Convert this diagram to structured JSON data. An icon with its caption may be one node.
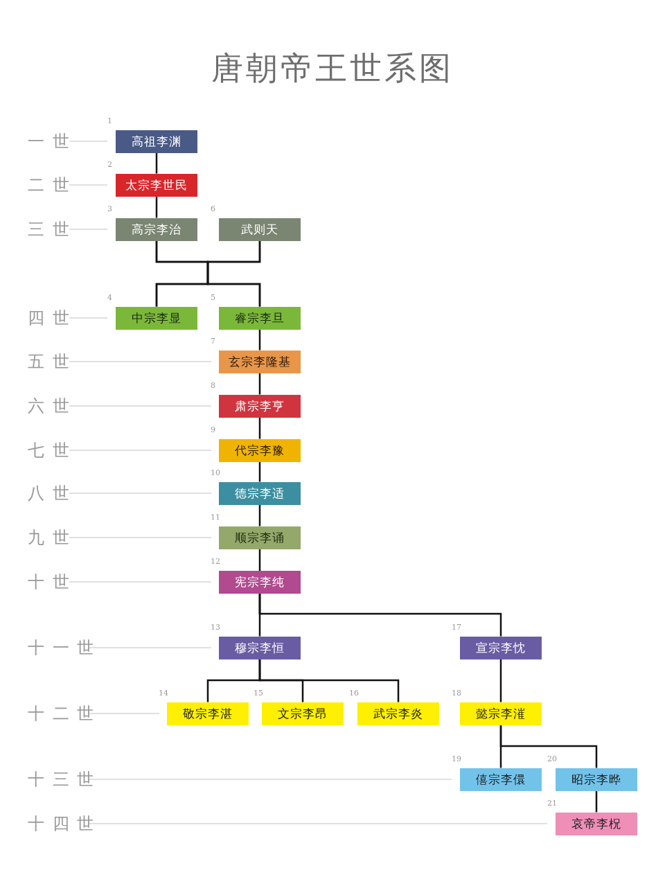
{
  "diagram": {
    "title": "唐朝帝王世系图",
    "nodes": [
      {
        "text": [
          "高祖李渊"
        ],
        "beside": [
          "1"
        ]
      },
      {
        "text": [
          "太宗李世民"
        ],
        "beside": [
          "2"
        ]
      },
      {
        "text": [
          "高宗李治"
        ],
        "beside": [
          "3"
        ]
      },
      {
        "text": [
          "中宗李显"
        ],
        "beside": [
          "4"
        ]
      },
      {
        "text": [
          "睿宗李旦"
        ],
        "beside": [
          "5"
        ]
      },
      {
        "text": [
          "武则天"
        ],
        "beside": [
          "6"
        ]
      },
      {
        "text": [
          "玄宗李隆基"
        ],
        "beside": [
          "7"
        ]
      },
      {
        "text": [
          "肃宗李亨"
        ],
        "beside": [
          "8"
        ]
      },
      {
        "text": [
          "代宗李豫"
        ],
        "beside": [
          "9"
        ]
      },
      {
        "text": [
          "德宗李适"
        ],
        "beside": [
          "10"
        ]
      },
      {
        "text": [
          "顺宗李诵"
        ],
        "beside": [
          "11"
        ]
      },
      {
        "text": [
          "宪宗李纯"
        ],
        "beside": [
          "12"
        ]
      },
      {
        "text": [
          "穆宗李恒"
        ],
        "beside": [
          "13"
        ]
      },
      {
        "text": [
          "敬宗李湛"
        ],
        "beside": [
          "14"
        ]
      },
      {
        "text": [
          "文宗李昂"
        ],
        "beside": [
          "15"
        ]
      },
      {
        "text": [
          "武宗李炎"
        ],
        "beside": [
          "16"
        ]
      },
      {
        "text": [
          "宣宗李忱"
        ],
        "beside": [
          "17"
        ]
      },
      {
        "text": [
          "懿宗李漼"
        ],
        "beside": [
          "18"
        ]
      },
      {
        "text": [
          "僖宗李儇"
        ],
        "beside": [
          "19"
        ]
      },
      {
        "text": [
          "昭宗李晔"
        ],
        "beside": [
          "20"
        ]
      },
      {
        "text": [
          "哀帝李柷"
        ],
        "beside": [
          "21"
        ]
      }
    ],
    "edges": [
      {
        "from": 0,
        "to": 1,
        "arrow": "none"
      },
      {
        "from": 1,
        "to": 2,
        "arrow": "none"
      },
      {
        "from": 2,
        "to": 3,
        "arrow": "none"
      },
      {
        "from": 2,
        "to": 4,
        "arrow": "none"
      },
      {
        "from": 5,
        "to": 3,
        "arrow": "none"
      },
      {
        "from": 5,
        "to": 4,
        "arrow": "none"
      },
      {
        "from": 4,
        "to": 6,
        "arrow": "none"
      },
      {
        "from": 6,
        "to": 7,
        "arrow": "none"
      },
      {
        "from": 7,
        "to": 8,
        "arrow": "none"
      },
      {
        "from": 8,
        "to": 9,
        "arrow": "none"
      },
      {
        "from": 9,
        "to": 10,
        "arrow": "none"
      },
      {
        "from": 10,
        "to": 11,
        "arrow": "none"
      },
      {
        "from": 11,
        "to": 12,
        "arrow": "none"
      },
      {
        "from": 11,
        "to": 16,
        "arrow": "none"
      },
      {
        "from": 12,
        "to": 13,
        "arrow": "none"
      },
      {
        "from": 12,
        "to": 14,
        "arrow": "none"
      },
      {
        "from": 12,
        "to": 15,
        "arrow": "none"
      },
      {
        "from": 16,
        "to": 17,
        "arrow": "none"
      },
      {
        "from": 17,
        "to": 18,
        "arrow": "none"
      },
      {
        "from": 17,
        "to": 19,
        "arrow": "none"
      },
      {
        "from": 19,
        "to": 20,
        "arrow": "none"
      }
    ],
    "labels": [
      "一 世",
      "二 世",
      "三 世",
      "四 世",
      "五 世",
      "六 世",
      "七 世",
      "八 世",
      "九 世",
      "十 世",
      "十 一 世",
      "十 二 世",
      "十 三 世",
      "十 四 世"
    ]
  }
}
